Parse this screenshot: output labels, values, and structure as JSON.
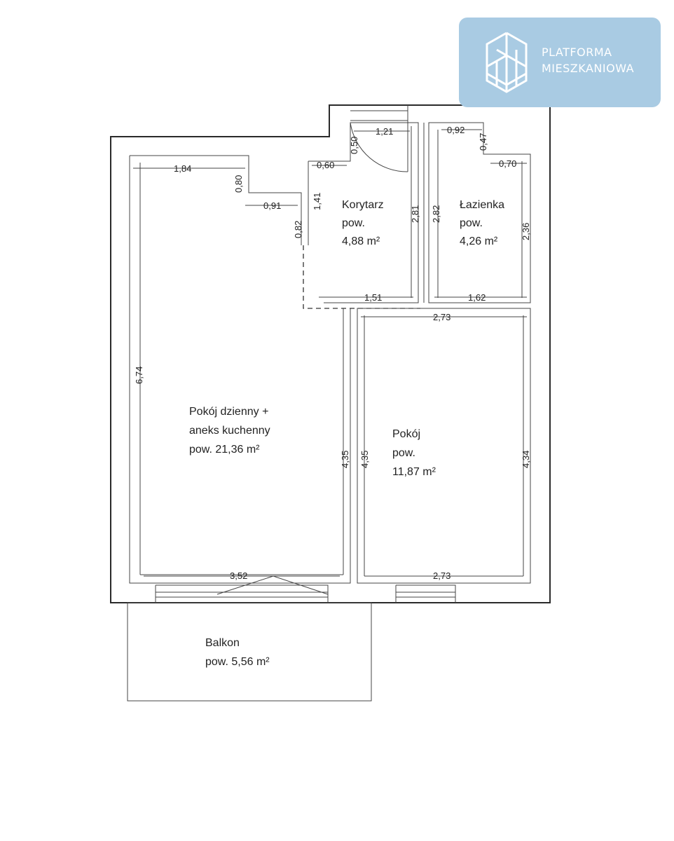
{
  "logo": {
    "line1": "PLATFORMA",
    "line2": "MIESZKANIOWA",
    "color": "#a9cbe3"
  },
  "rooms": {
    "korytarz": {
      "name": "Korytarz",
      "pow": "pow.",
      "area": "4,88 m²"
    },
    "lazienka": {
      "name": "Łazienka",
      "pow": "pow.",
      "area": "4,26 m²"
    },
    "dzienny": {
      "name": "Pokój dzienny +",
      "name2": "aneks kuchenny",
      "area": "pow. 21,36 m²"
    },
    "pokoj": {
      "name": "Pokój",
      "pow": "pow.",
      "area": "11,87 m²"
    },
    "balkon": {
      "name": "Balkon",
      "area": "pow. 5,56 m²"
    }
  },
  "dims": {
    "d184": "1,84",
    "d080": "0,80",
    "d091": "0,91",
    "d082": "0,82",
    "d141": "1,41",
    "d060": "0,60",
    "d050": "0,50",
    "d121": "1,21",
    "d092": "0,92",
    "d047": "0,47",
    "d070": "0,70",
    "d281": "2,81",
    "d282": "2,82",
    "d236": "2,36",
    "d151": "1,51",
    "d162": "1,62",
    "d273a": "2,73",
    "d674": "6,74",
    "d435a": "4,35",
    "d435b": "4,35",
    "d434": "4,34",
    "d352": "3,52",
    "d273b": "2,73"
  }
}
